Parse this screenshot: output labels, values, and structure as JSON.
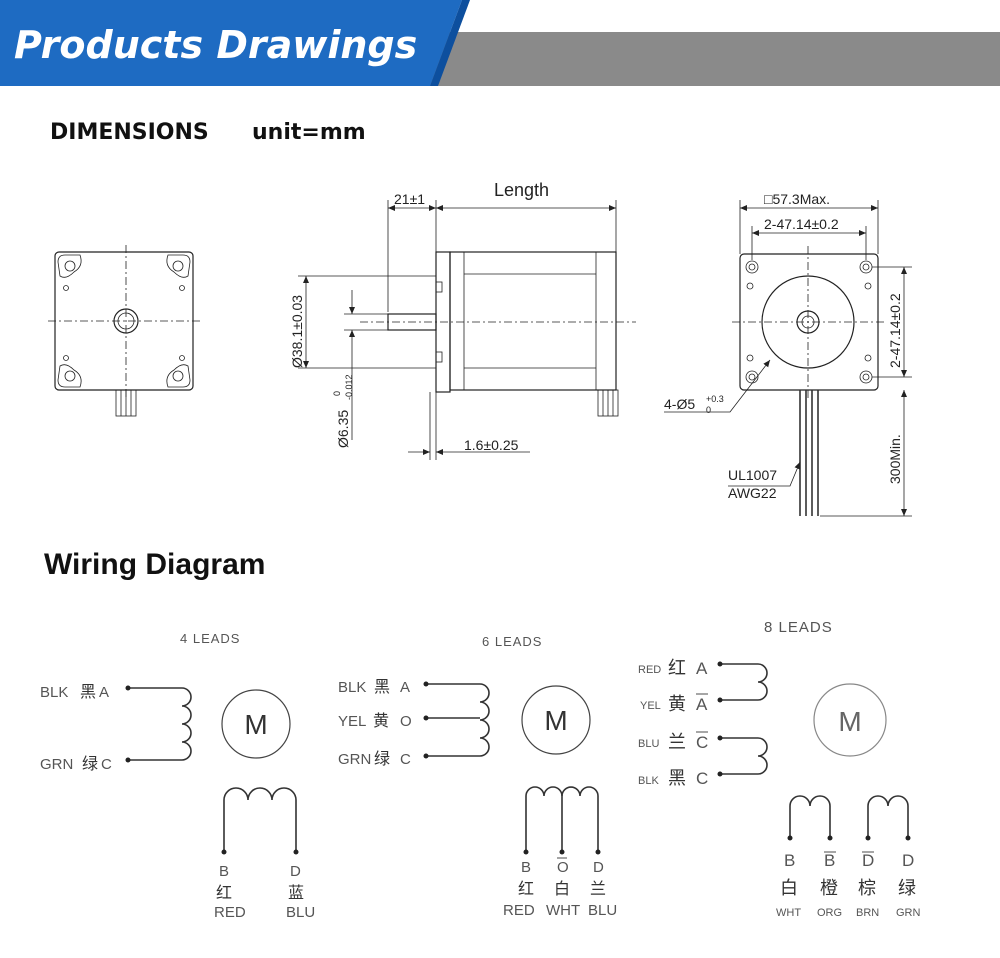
{
  "header": {
    "title": "Products Drawings",
    "colors": {
      "blue": "#1e6bc2",
      "gray": "#8a8a8a"
    }
  },
  "dimensions": {
    "heading": "DIMENSIONS",
    "unit": "unit=mm",
    "length_label": "Length",
    "shaft_length": "21±1",
    "pilot_diameter": "Ø38.1±0.03",
    "shaft_diameter": "Ø6.35",
    "shaft_tol_upper": "0",
    "shaft_tol_lower": "-0.012",
    "flange_thickness": "1.6±0.25",
    "body_size": "□57.3Max.",
    "hole_spacing_h": "2-47.14±0.2",
    "hole_spacing_v": "2-47.14±0.2",
    "mount_holes": "4-Ø5",
    "hole_tol_upper": "+0.3",
    "hole_tol_lower": "0",
    "cable_spec_1": "UL1007",
    "cable_spec_2": "AWG22",
    "cable_length": "300Min."
  },
  "wiring": {
    "heading": "Wiring Diagram",
    "four_leads": {
      "title": "4 LEADS",
      "motor": "M",
      "left": [
        {
          "en": "BLK",
          "cn": "黑",
          "letter": "A"
        },
        {
          "en": "GRN",
          "cn": "绿",
          "letter": "C"
        }
      ],
      "bottom": [
        {
          "letter": "B",
          "cn": "红",
          "en": "RED"
        },
        {
          "letter": "D",
          "cn": "蓝",
          "en": "BLU"
        }
      ]
    },
    "six_leads": {
      "title": "6 LEADS",
      "motor": "M",
      "left": [
        {
          "en": "BLK",
          "cn": "黑",
          "letter": "A"
        },
        {
          "en": "YEL",
          "cn": "黄",
          "letter": "O"
        },
        {
          "en": "GRN",
          "cn": "绿",
          "letter": "C"
        }
      ],
      "bottom": [
        {
          "letter": "B",
          "cn": "红",
          "en": "RED"
        },
        {
          "letter": "O",
          "cn": "白",
          "en": "WHT"
        },
        {
          "letter": "D",
          "cn": "兰",
          "en": "BLU"
        }
      ]
    },
    "eight_leads": {
      "title": "8 LEADS",
      "motor": "M",
      "left": [
        {
          "en": "RED",
          "cn": "红",
          "letter": "A"
        },
        {
          "en": "YEL",
          "cn": "黄",
          "letter": "A"
        },
        {
          "en": "BLU",
          "cn": "兰",
          "letter": "C"
        },
        {
          "en": "BLK",
          "cn": "黑",
          "letter": "C"
        }
      ],
      "bottom": [
        {
          "letter": "B",
          "cn": "白",
          "en": "WHT"
        },
        {
          "letter": "B",
          "cn": "橙",
          "en": "ORG"
        },
        {
          "letter": "D",
          "cn": "棕",
          "en": "BRN"
        },
        {
          "letter": "D",
          "cn": "绿",
          "en": "GRN"
        }
      ]
    }
  }
}
